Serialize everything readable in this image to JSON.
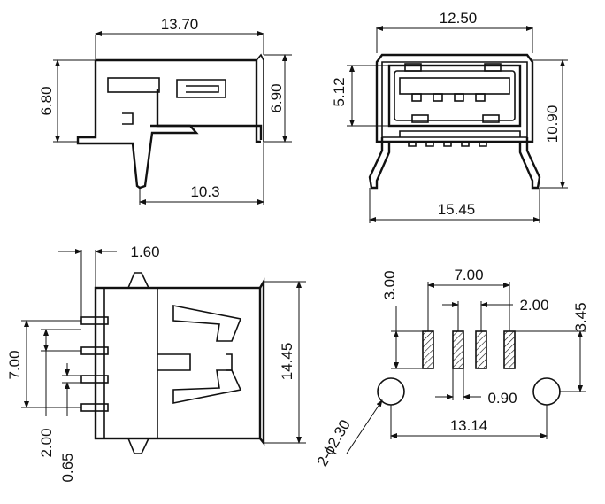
{
  "colors": {
    "ink": "#111111",
    "paper": "#ffffff"
  },
  "side_view": {
    "top_width": "13.70",
    "left_height": "6.80",
    "right_height": "6.90",
    "bottom_length": "10.3"
  },
  "front_view": {
    "top_width": "12.50",
    "opening_height": "5.12",
    "total_height": "10.90",
    "pin_span": "15.45"
  },
  "top_view": {
    "flange": "1.60",
    "pitch_span": "7.00",
    "pin_pitch": "2.00",
    "pin_width": "0.65",
    "body_length": "14.45"
  },
  "footprint": {
    "pad_length": "3.00",
    "pad_span": "7.00",
    "pad_pitch": "2.00",
    "pad_offset": "3.45",
    "pad_width": "0.90",
    "hole_span": "13.14",
    "hole_diameter": "2-ϕ2.30"
  }
}
